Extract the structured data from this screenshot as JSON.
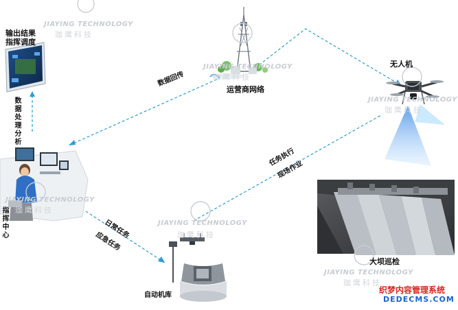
{
  "nodes": {
    "output_label": "输出结果\n指挥调度",
    "analysis_label": "数据处理分析",
    "command_center_label": "指挥中心",
    "network_label": "运营商网络",
    "drone_label": "无人机",
    "hangar_label": "自动机库",
    "dam_label": "大坝巡检"
  },
  "links": {
    "data_return": "数据回传",
    "task_execute": "任务执行",
    "field_work": "现场作业",
    "daily_task": "日常任务",
    "emergency_task": "应急任务"
  },
  "watermarks": {
    "en": "JIAYING TECHNOLOGY",
    "cn": "珈鹰科技"
  },
  "footer": {
    "line1": "织梦内容管理系统",
    "line2": "DEDECMS.COM"
  },
  "colors": {
    "dashed_link": "#2b9bd6",
    "beam": "#3d8fe0",
    "footer_line1": "#d9261c",
    "footer_line2": "#1a62c9"
  }
}
